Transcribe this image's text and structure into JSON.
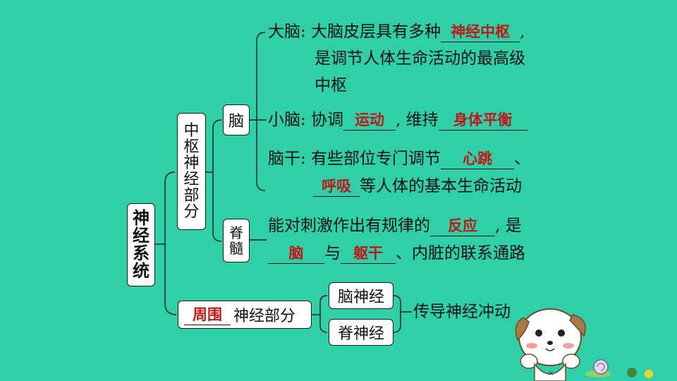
{
  "root": {
    "chars": [
      "神",
      "经",
      "系",
      "统"
    ]
  },
  "central": {
    "chars": [
      "中",
      "枢",
      "神",
      "经",
      "部",
      "分"
    ],
    "brain": {
      "label": "脑",
      "cerebrum": {
        "line1_prefix": "大脑: 大脑皮层具有多种",
        "line1_answer": "神经中枢",
        "line1_suffix": ",",
        "line2": "是调节人体生命活动的最高级",
        "line3": "中枢"
      },
      "cerebellum": {
        "prefix": "小脑: 协调",
        "answer1": "运动",
        "middle": ", 维持",
        "answer2": "身体平衡"
      },
      "brainstem": {
        "prefix": "脑干: 有些部位专门调节",
        "answer1": "心跳",
        "sep": "、",
        "answer2": "呼吸",
        "suffix": "等人体的基本生命活动"
      }
    },
    "spinal_cord": {
      "chars": [
        "脊",
        "髓"
      ],
      "line1_prefix": "能对刺激作出有规律的",
      "line1_answer": "反应",
      "line1_suffix": ", 是",
      "line2_answer1": "脑",
      "line2_mid": "与",
      "line2_answer2": "躯干",
      "line2_suffix": "、内脏的联系通路"
    }
  },
  "peripheral": {
    "answer": "周围",
    "label": "神经部分",
    "cranial": "脑神经",
    "spinal": "脊神经",
    "function": "传导神经冲动"
  },
  "colors": {
    "background": "#2fd0a8",
    "answer": "#c01818",
    "box": "#ffffff"
  }
}
